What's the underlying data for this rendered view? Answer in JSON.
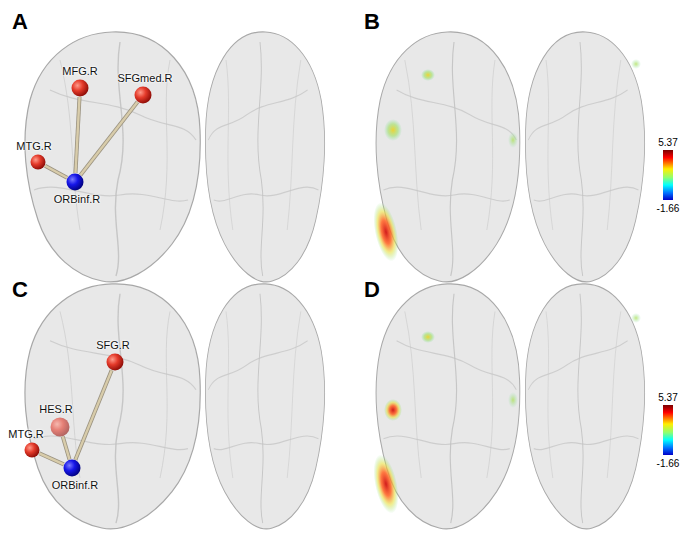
{
  "diagram": {
    "nodes": [
      {
        "text": [
          "MFG.R"
        ]
      },
      {
        "text": [
          "SFGmed.R"
        ]
      },
      {
        "text": [
          "MTG.R"
        ]
      },
      {
        "text": [
          "ORBinf.R"
        ]
      },
      {
        "text": [
          "SFG.R"
        ]
      },
      {
        "text": [
          "HES.R"
        ]
      },
      {
        "text": [
          "MTG.R"
        ]
      },
      {
        "text": [
          "ORBinf.R"
        ]
      }
    ],
    "edges": [
      {
        "from": 3,
        "to": 0,
        "arrow": "none"
      },
      {
        "from": 3,
        "to": 1,
        "arrow": "none"
      },
      {
        "from": 3,
        "to": 2,
        "arrow": "none"
      },
      {
        "from": 7,
        "to": 4,
        "arrow": "none"
      },
      {
        "from": 7,
        "to": 5,
        "arrow": "none"
      },
      {
        "from": 7,
        "to": 6,
        "arrow": "none"
      }
    ],
    "labels": [
      "A",
      "B",
      "C",
      "D",
      "5.37",
      "-1.66",
      "5.37",
      "-1.66"
    ]
  }
}
